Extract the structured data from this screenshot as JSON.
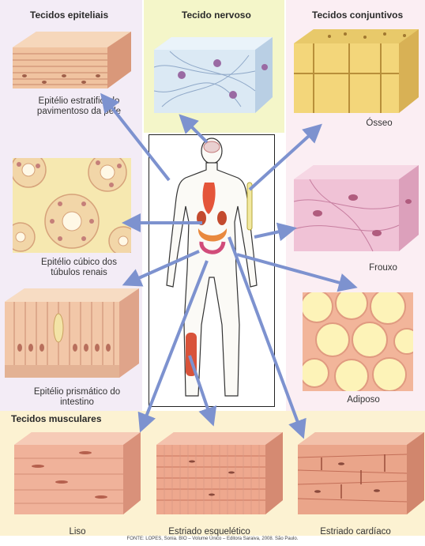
{
  "sections": {
    "epithelial": "Tecidos epiteliais",
    "nervous": "Tecido nervoso",
    "connective": "Tecidos conjuntivos",
    "muscular": "Tecidos musculares"
  },
  "tissues": {
    "skin": "Epitélio estratificado pavimentoso da pele",
    "kidney": "Epitélio cúbico dos túbulos renais",
    "intestine": "Epitélio prismático do intestino",
    "bone": "Ósseo",
    "loose": "Frouxo",
    "adipose": "Adiposo",
    "smooth": "Liso",
    "skeletal": "Estriado esquelético",
    "cardiac": "Estriado cardíaco"
  },
  "footer": "FONTE: LOPES, Sonia. BIO – Volume Único – Editora Saraiva, 2008. São Paulo.",
  "colors": {
    "arrow": "#7d92cf",
    "epithelial_bg": "#f3ecf6",
    "nervous_bg": "#f4f6c9",
    "connective_bg": "#fbeef3",
    "muscular_bg": "#fcf2d2"
  }
}
